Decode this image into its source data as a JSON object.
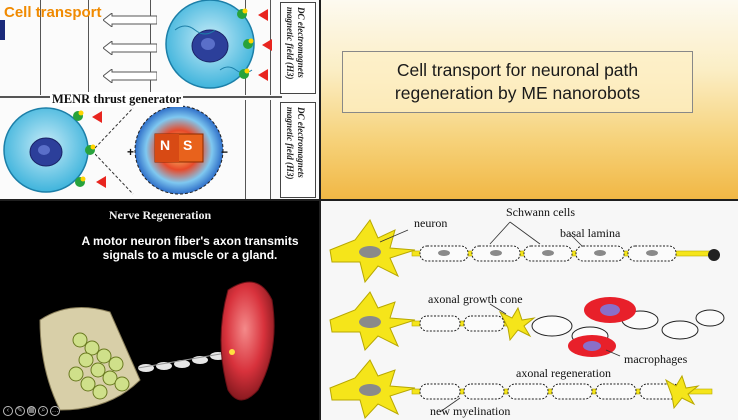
{
  "top_left": {
    "title": "Cell transport",
    "thrust_label": "MENR thrust generator",
    "em_label_line1": "DC electromagnets",
    "em_label_line2": "magnetic field (H3)",
    "magnet_n": "N",
    "magnet_s": "S",
    "plus": "+",
    "minus": "−"
  },
  "top_right": {
    "title_line1": "Cell transport for neuronal path",
    "title_line2": "regeneration by ME nanorobots"
  },
  "bottom_left": {
    "title": "Nerve Regeneration",
    "subtitle_line1": "A motor neuron fiber's axon transmits",
    "subtitle_line2": "signals to a muscle or a gland."
  },
  "bottom_right": {
    "label_neuron": "neuron",
    "label_schwann": "Schwann cells",
    "label_lamina": "basal lamina",
    "label_growth_cone": "axonal growth cone",
    "label_macrophages": "macrophages",
    "label_regeneration": "axonal regeneration",
    "label_myelination": "new myelination"
  },
  "colors": {
    "accent_orange": "#f08a00",
    "neuron_yellow": "#f5e51a",
    "macrophage_red": "#e8202a",
    "muscle_red": "#d8323c",
    "cell_blue": "#3fb4dc",
    "arrow_red": "#e8251f"
  }
}
